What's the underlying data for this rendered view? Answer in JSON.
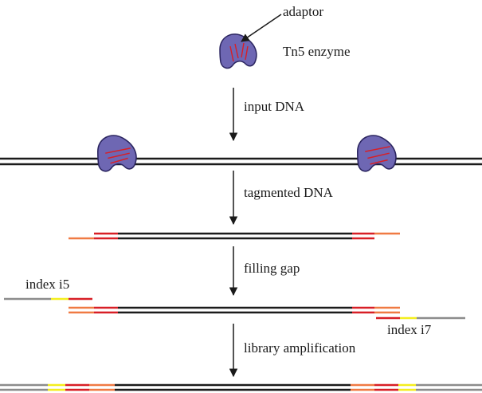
{
  "labels": {
    "adaptor": "adaptor",
    "enzyme": "Tn5 enzyme",
    "step1": "input DNA",
    "step2": "tagmented DNA",
    "step3": "filling gap",
    "step4": "library amplification",
    "index_i5": "index i5",
    "index_i7": "index i7"
  },
  "colors": {
    "dna": "#1b1b1b",
    "enzyme_fill": "#6e67b3",
    "enzyme_stroke": "#2b2560",
    "adaptor_red": "#d81f26",
    "adaptor_orange": "#f07a43",
    "index_yellow": "#f4ee1d",
    "grey_tail": "#8c8c8c"
  }
}
